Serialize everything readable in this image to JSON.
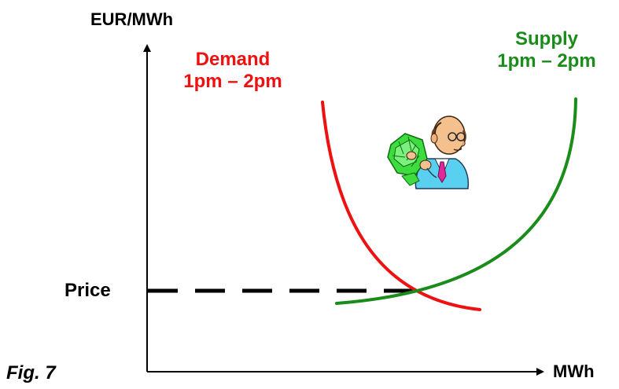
{
  "axes": {
    "y_label": "EUR/MWh",
    "x_label": "MWh"
  },
  "price_label": "Price",
  "figure_label": "Fig. 7",
  "demand": {
    "name": "Demand",
    "period": "1pm – 2pm",
    "color": "#ee1111"
  },
  "supply": {
    "name": "Supply",
    "period": "1pm – 2pm",
    "color": "#1a8c1a"
  },
  "colors": {
    "axis": "#000000",
    "price_line": "#000000"
  },
  "illustration": {
    "icon": "businessman-holding-money-icon"
  }
}
